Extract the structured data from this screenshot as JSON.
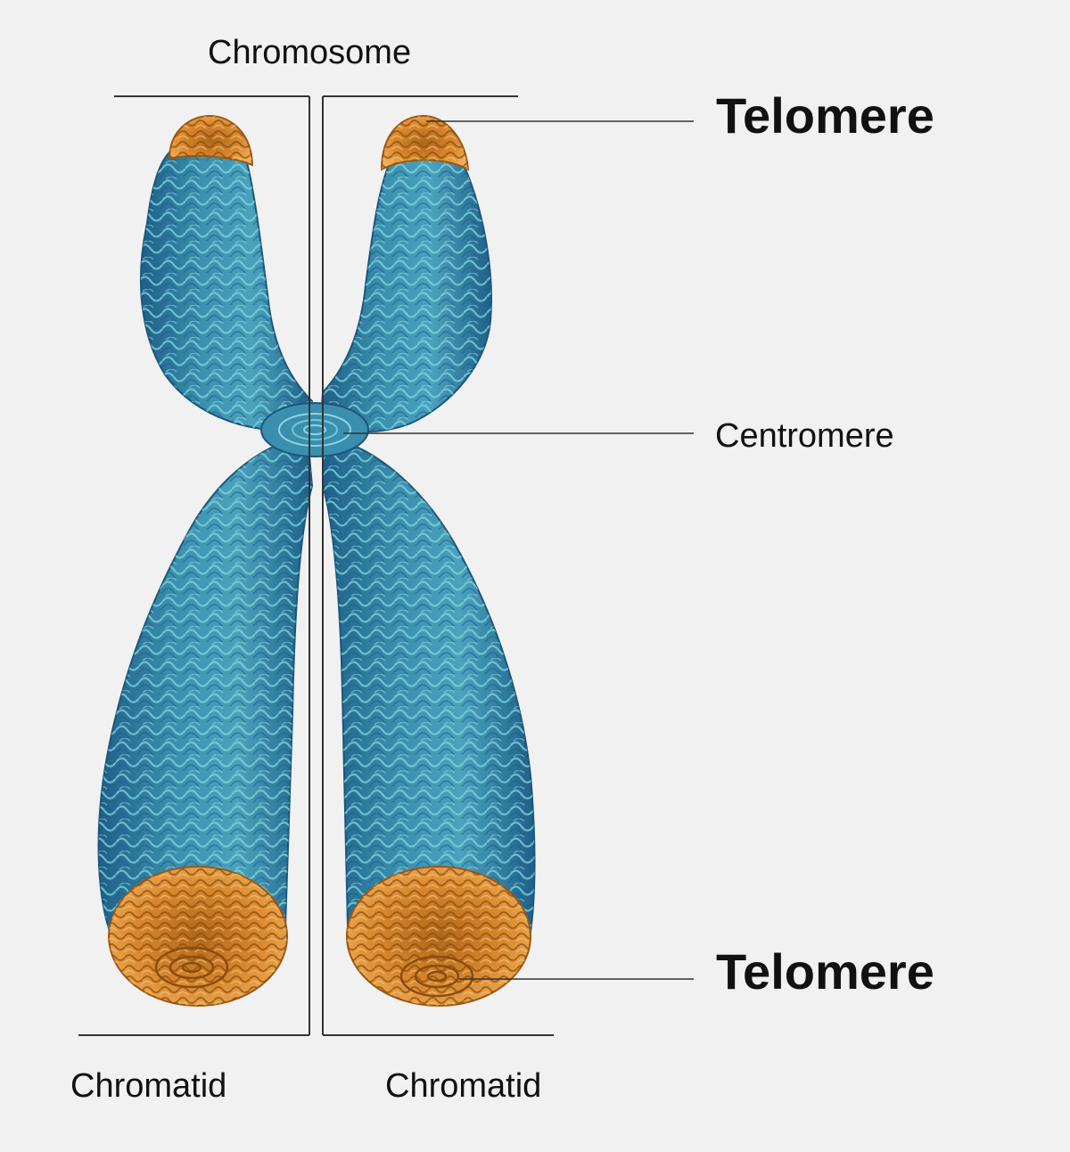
{
  "labels": {
    "chromosome": "Chromosome",
    "telomere_top": "Telomere",
    "centromere": "Centromere",
    "telomere_bottom": "Telomere",
    "chromatid_left": "Chromatid",
    "chromatid_right": "Chromatid"
  },
  "colors": {
    "background": "#f2f1f1",
    "chromatin_dark": "#1f5f88",
    "chromatin_mid": "#3a8fae",
    "chromatin_light": "#7fd6dc",
    "telomere_dark": "#b0661a",
    "telomere_mid": "#d9892e",
    "telomere_light": "#f2b35c",
    "line": "#333333",
    "text": "#111111"
  }
}
